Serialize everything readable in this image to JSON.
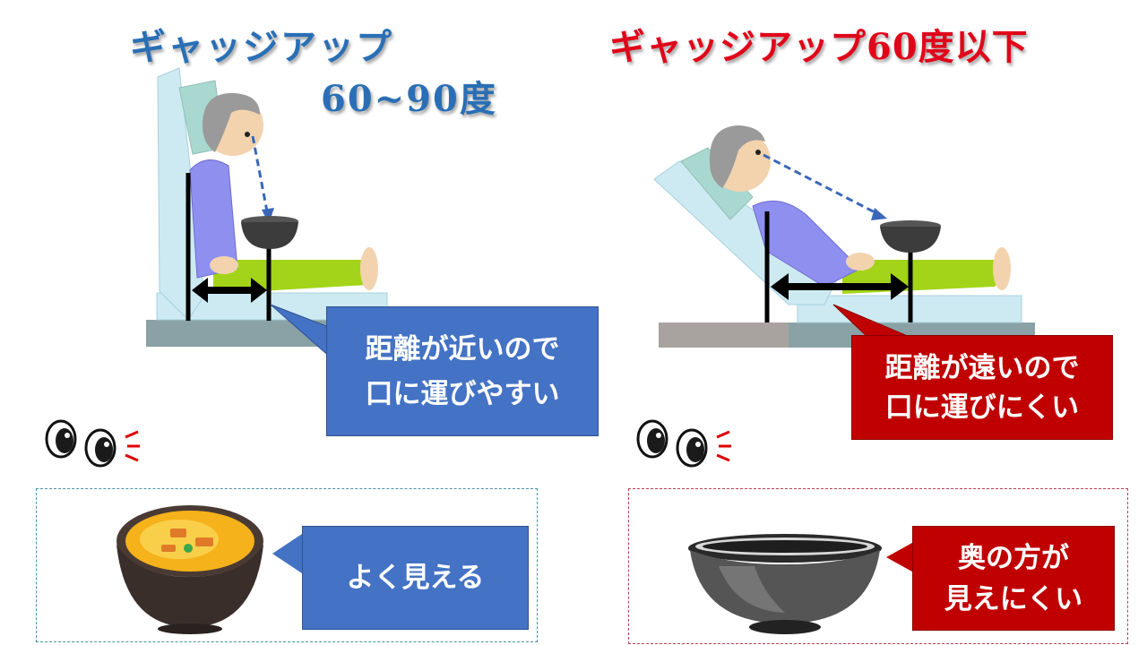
{
  "left": {
    "title_line1": "ギャッジアップ",
    "title_line2": "60~90度",
    "callout_line1": "距離が近いので",
    "callout_line2": "口に運びやすい",
    "bottom_callout": "よく見える"
  },
  "right": {
    "title": "ギャッジアップ60度以下",
    "callout_line1": "距離が遠いので",
    "callout_line2": "口に運びにくい",
    "bottom_callout_line1": "奥の方が",
    "bottom_callout_line2": "見えにくい"
  },
  "colors": {
    "blue_accent": "#2a6fb5",
    "red_accent": "#e0061a",
    "blue_box": "#4472c4",
    "red_box": "#c00000"
  }
}
